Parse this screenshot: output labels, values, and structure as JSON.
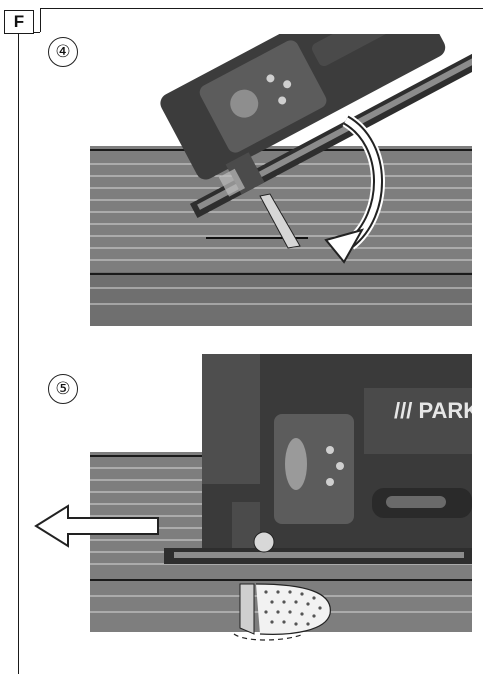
{
  "section": {
    "label": "F"
  },
  "steps": [
    {
      "number": "④"
    },
    {
      "number": "⑤"
    }
  ],
  "tool": {
    "brand_text": "/// PARKS"
  },
  "colors": {
    "board": "#7d7d7d",
    "board_dark": "#5e5e5e",
    "tool_dark": "#3a3a3a",
    "tool_mid": "#5a5a5a",
    "tool_light": "#9a9a9a",
    "line": "#1a1a1a"
  }
}
